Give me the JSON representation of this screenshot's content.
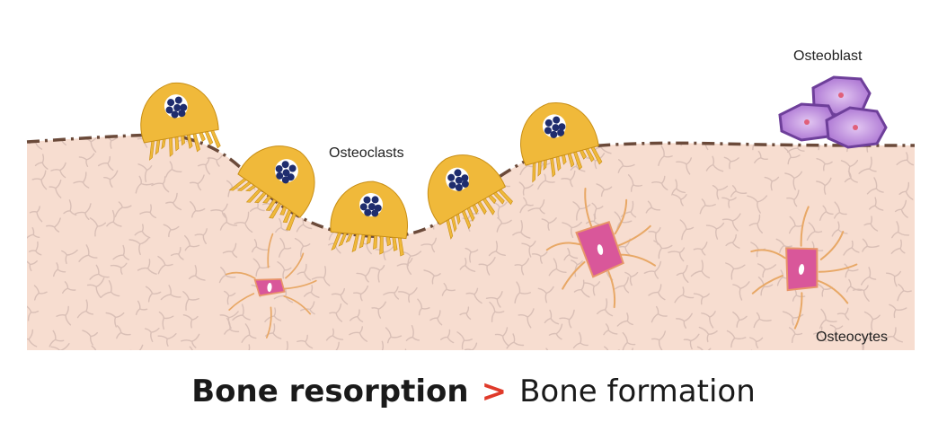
{
  "labels": {
    "osteoclasts": "Osteoclasts",
    "osteoblast": "Osteoblast",
    "osteocytes": "Osteocytes"
  },
  "caption": {
    "left": "Bone resorption",
    "symbol": ">",
    "right": "Bone formation"
  },
  "colors": {
    "bone": "#f7ddd0",
    "bone_texture": "#d9bfb6",
    "bone_surface_line": "#6b4a3a",
    "osteoclast": "#f0b93a",
    "osteoclast_outline": "#c88e14",
    "nucleus": "#1f2d6e",
    "osteocyte": "#d9579a",
    "osteocyte_process": "#e8a866",
    "osteoblast": "#b27ed6",
    "osteoblast_outline": "#6e3f9a",
    "accent_symbol": "#e03a2a"
  },
  "icons": {
    "osteoclast": "osteoclast-cell-icon",
    "osteocyte": "osteocyte-cell-icon",
    "osteoblast": "osteoblast-cell-icon"
  }
}
